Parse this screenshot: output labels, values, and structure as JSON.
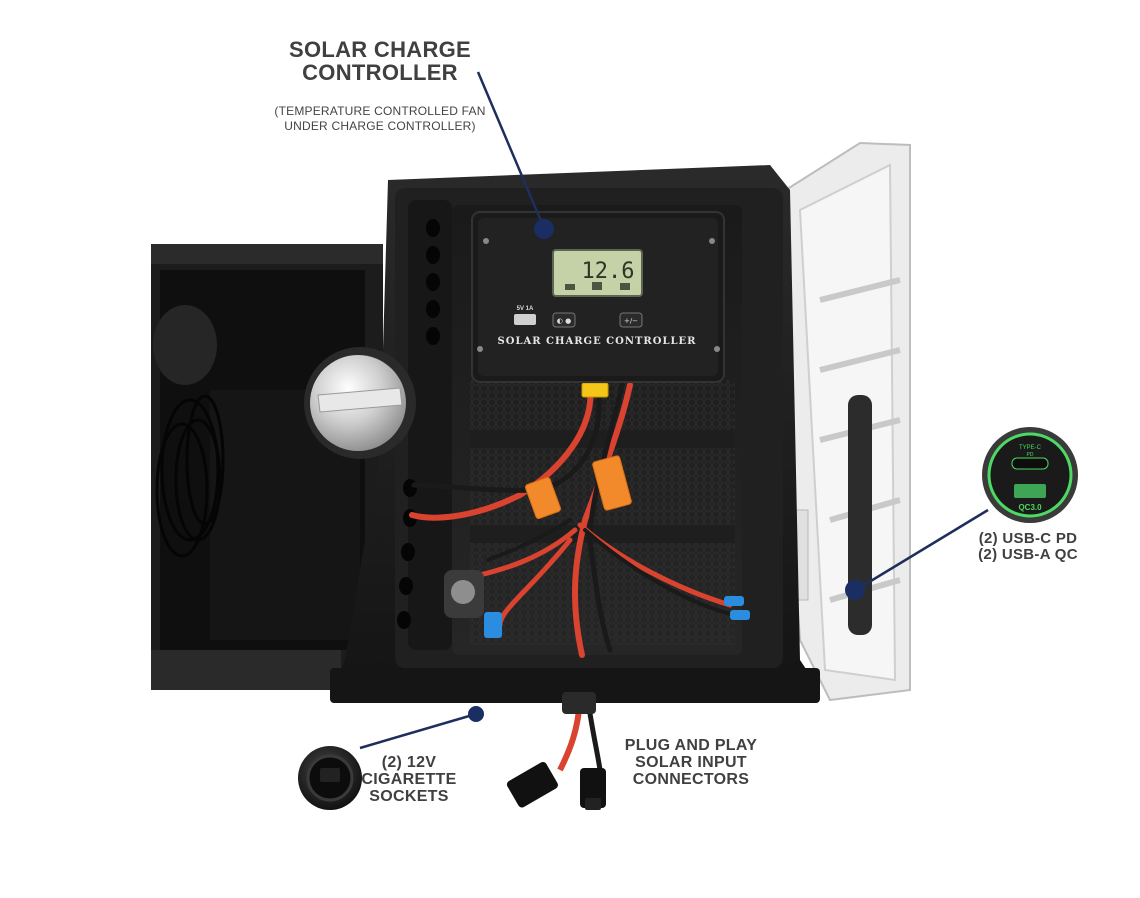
{
  "callouts": {
    "charge_controller": {
      "title_line1": "SOLAR CHARGE",
      "title_line2": "CONTROLLER",
      "note_line1": "(TEMPERATURE CONTROLLED FAN",
      "note_line2": "UNDER CHARGE CONTROLLER)"
    },
    "usb": {
      "line1": "(2) USB-C PD",
      "line2": "(2) USB-A QC"
    },
    "cigarette": {
      "line1": "(2) 12V",
      "line2": "CIGARETTE",
      "line3": "SOCKETS"
    },
    "solar_input": {
      "line1": "PLUG AND PLAY",
      "line2": "SOLAR INPUT",
      "line3": "CONNECTORS"
    }
  },
  "controller_panel": {
    "display_reading": "12.6",
    "usb_label": "5V 1A",
    "button_left": "◐ ●",
    "button_right": "+/−",
    "panel_label": "SOLAR CHARGE CONTROLLER"
  },
  "usb_port": {
    "top_label_line1": "TYPE-C",
    "top_label_line2": "PD",
    "bottom_label": "QC3.0"
  },
  "colors": {
    "callout_line": "#1f2f5c",
    "callout_dot": "#1a2e63",
    "text": "#404040",
    "box_black": "#1b1b1b",
    "wire_red": "#d9432f",
    "connector_orange": "#f28a2b",
    "usb_green": "#4cd964",
    "lid_clear": "#dcdcdc"
  }
}
